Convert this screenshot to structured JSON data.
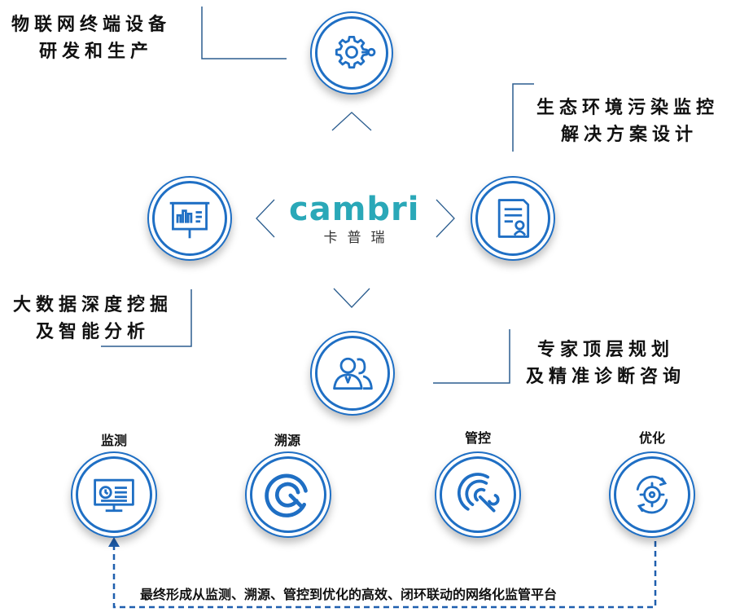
{
  "logo": {
    "brand": "cambri",
    "subtitle": "卡普瑞"
  },
  "services": [
    {
      "id": "iot",
      "lines": [
        "物联网终端设备",
        "研发和生产"
      ],
      "icon": "gear-network-icon"
    },
    {
      "id": "eco",
      "lines": [
        "生态环境污染监控",
        "解决方案设计"
      ],
      "icon": "document-certificate-icon"
    },
    {
      "id": "bigdata",
      "lines": [
        "大数据深度挖掘",
        "及智能分析"
      ],
      "icon": "chart-presentation-icon"
    },
    {
      "id": "expert",
      "lines": [
        "专家顶层规划",
        "及精准诊断咨询"
      ],
      "icon": "team-people-icon"
    }
  ],
  "steps": [
    {
      "label": "监测",
      "icon": "monitor-dashboard-icon"
    },
    {
      "label": "溯源",
      "icon": "trace-target-icon"
    },
    {
      "label": "管控",
      "icon": "control-wrench-icon"
    },
    {
      "label": "优化",
      "icon": "optimize-crosshair-icon"
    }
  ],
  "summary": "最终形成从监测、溯源、管控到优化的高效、闭环联动的网络化监管平台",
  "colors": {
    "primary": "#1f6fc4",
    "logo": "#2aa8b8",
    "line": "#2b5d8f"
  }
}
